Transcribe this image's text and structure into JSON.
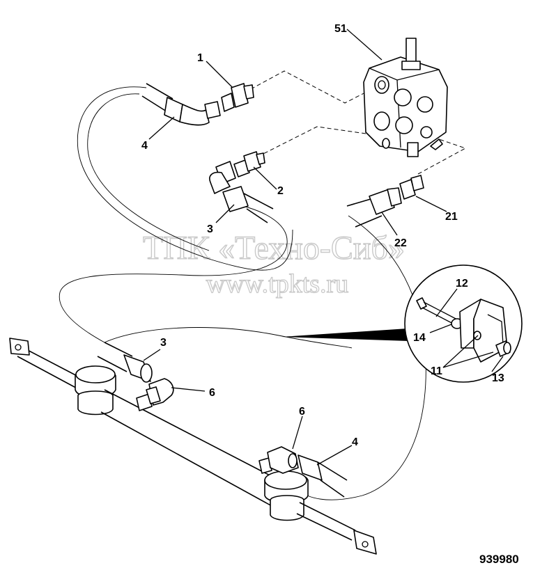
{
  "callouts": {
    "c1": "1",
    "c2": "2",
    "c3a": "3",
    "c3b": "3",
    "c4a": "4",
    "c4b": "4",
    "c6a": "6",
    "c6b": "6",
    "c11": "11",
    "c12": "12",
    "c13": "13",
    "c14": "14",
    "c21": "21",
    "c22": "22",
    "c51": "51"
  },
  "reference_number": "939980",
  "watermark": {
    "line1": "ТПК «Техно-Сиб»",
    "line2": "www.tpkts.ru"
  }
}
